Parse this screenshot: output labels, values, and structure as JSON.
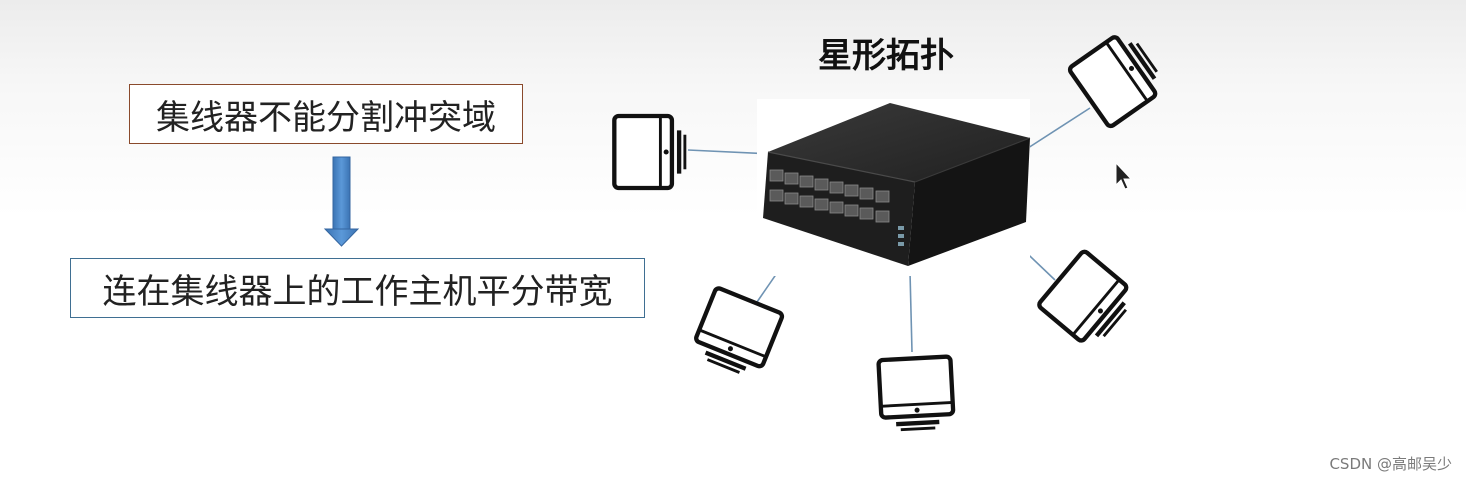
{
  "diagram": {
    "title": "星形拓扑",
    "statement_box": "集线器不能分割冲突域",
    "result_box": "连在集线器上的工作主机平分带宽",
    "arrow_direction": "down",
    "arrow_color": "#4a86c8",
    "hub_icon": "network-hub-image",
    "host_icon": "monitor-icon",
    "host_count": 5,
    "link_color": "#6f93b3"
  },
  "watermark": "CSDN @高邮吴少"
}
